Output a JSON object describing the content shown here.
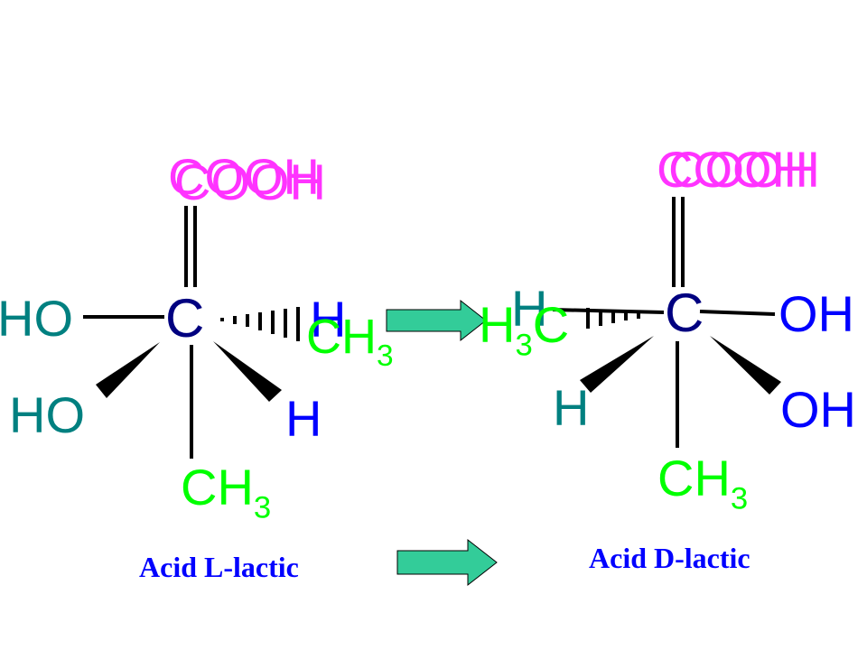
{
  "colors": {
    "carboxyl": "#ff33ff",
    "carbon": "#000080",
    "hydrogen": "#0000ff",
    "hydroxyl": "#008080",
    "hydroxyl_right": "#0000ff",
    "methyl": "#00ff00",
    "arrow": "#33cc99",
    "caption": "#0000ff"
  },
  "left_molecule": {
    "carboxyl_back": "COOH",
    "carboxyl_front": "COOH",
    "center_carbon": "C",
    "hydroxyl_top": "HO",
    "hydroxyl_bottom": "HO",
    "hydrogen_top": "H",
    "hydrogen_bottom": "H",
    "methyl_overlay": "CH",
    "methyl_overlay_sub": "3",
    "methyl_bottom": "CH",
    "methyl_bottom_sub": "3",
    "caption": "Acid L-lactic"
  },
  "right_molecule": {
    "carboxyl_back": "COOH",
    "carboxyl_front": "COOH",
    "center_carbon": "C",
    "hydrogen_top": "H",
    "hydrogen_bottom": "H",
    "methyl_overlay_main": "H",
    "methyl_overlay_sub": "3",
    "methyl_overlay_tail": "C",
    "hydroxyl_top": "OH",
    "hydroxyl_bottom": "OH",
    "methyl_bottom": "CH",
    "methyl_bottom_sub": "3",
    "caption": "Acid D-lactic"
  }
}
